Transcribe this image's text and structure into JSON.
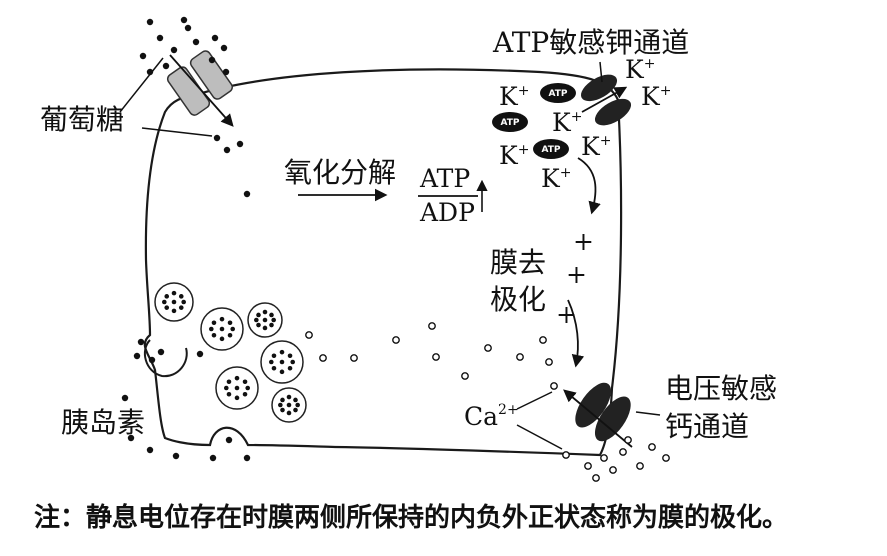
{
  "labels": {
    "glucose": "葡萄糖",
    "oxidation": "氧化分解",
    "atp_channel": "ATP敏感钾通道",
    "atp": "ATP",
    "adp": "ADP",
    "k_ion": "K",
    "plus_superscript": "+",
    "atp_badge": "ATP",
    "depolarization_line1": "膜去",
    "depolarization_line2": "极化",
    "charge": "+",
    "ca_ion": "Ca",
    "ca_charge": "2+",
    "voltage_channel_line1": "电压敏感",
    "voltage_channel_line2": "钙通道",
    "insulin": "胰岛素"
  },
  "note": "注：静息电位存在时膜两侧所保持的内负外正状态称为膜的极化。"
}
